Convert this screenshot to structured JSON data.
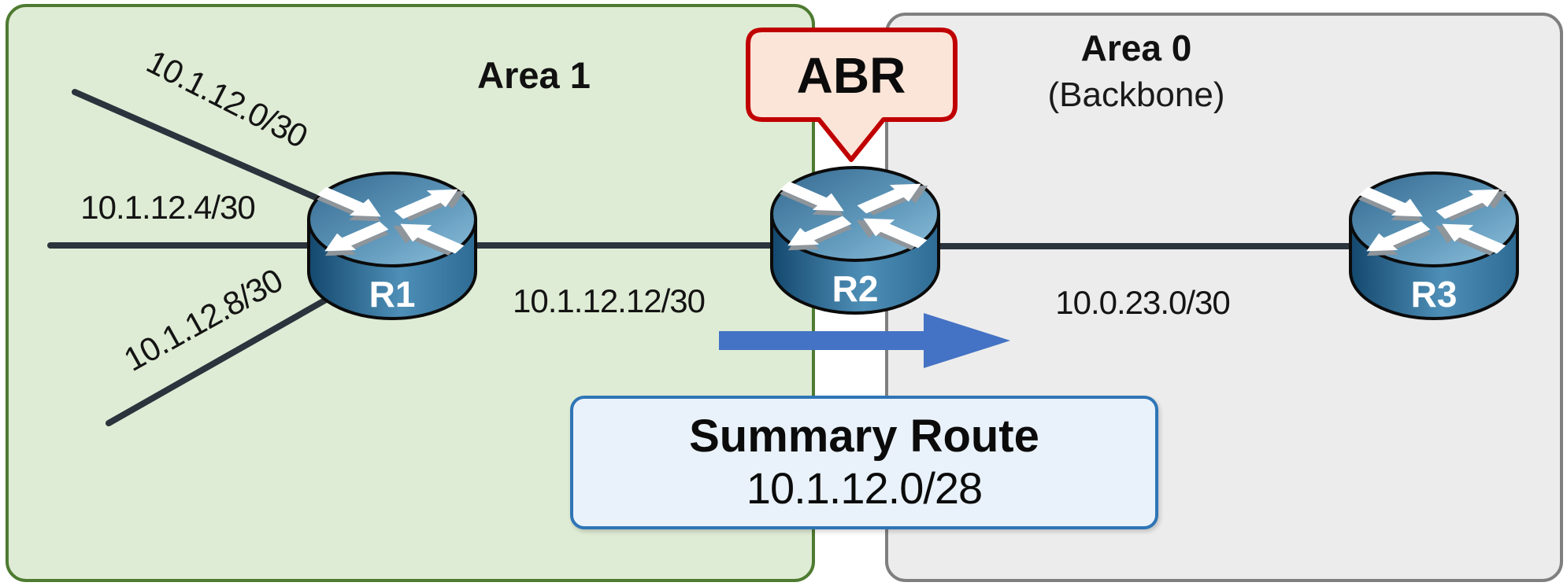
{
  "diagram": {
    "type": "network-topology",
    "topic": "OSPF ABR route summarization",
    "areas": {
      "area1": {
        "label": "Area 1",
        "fill": "#dfecd5",
        "border": "#4e7b31"
      },
      "area0": {
        "label": "Area 0",
        "sublabel": "(Backbone)",
        "fill": "#ececec",
        "border": "#7f7f7f"
      }
    },
    "callout": {
      "label": "ABR",
      "fill": "#fbe5d8",
      "border": "#c00000",
      "points_to": "R2"
    },
    "routers": [
      {
        "label": "R1",
        "area": "Area 1"
      },
      {
        "label": "R2",
        "area": "border of Area 1 and Area 0"
      },
      {
        "label": "R3",
        "area": "Area 0"
      }
    ],
    "links": [
      {
        "label": "10.1.12.0/30",
        "from": "R1",
        "orientation": "diagonal-up-left"
      },
      {
        "label": "10.1.12.4/30",
        "from": "R1",
        "orientation": "horizontal-left"
      },
      {
        "label": "10.1.12.8/30",
        "from": "R1",
        "orientation": "diagonal-down-left"
      },
      {
        "label": "10.1.12.12/30",
        "from": "R1",
        "to": "R2",
        "orientation": "horizontal"
      },
      {
        "label": "10.0.23.0/30",
        "from": "R2",
        "to": "R3",
        "orientation": "horizontal"
      }
    ],
    "summary_box": {
      "title": "Summary Route",
      "route": "10.1.12.0/28",
      "fill": "#e9f2fa",
      "border": "#2e75b6"
    },
    "colors": {
      "link_line": "#2b333d",
      "advertise_arrow": "#4472c4",
      "router_top": "#5e97ba",
      "router_body": "#2e6b94"
    }
  }
}
